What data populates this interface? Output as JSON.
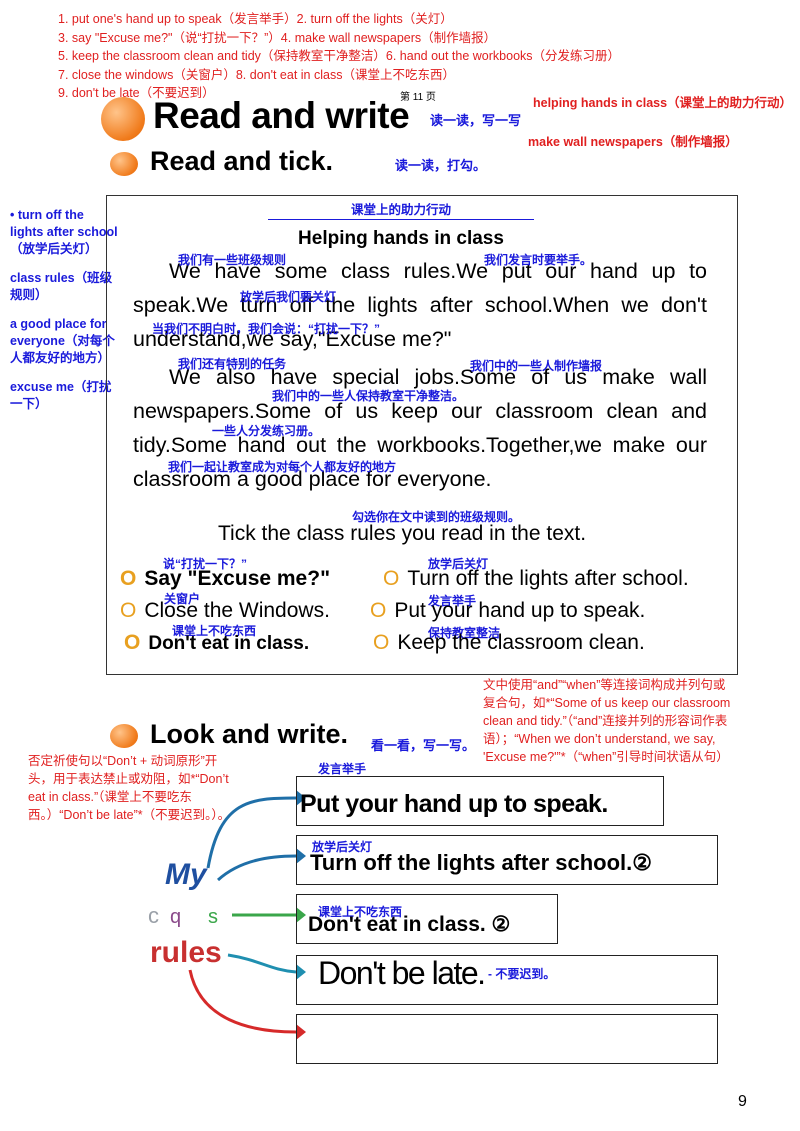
{
  "top_notes": [
    "1. put one's hand up to speak（发言举手）2. turn off the lights（关灯）",
    "3. say \"Excuse me?\"（说“打扰一下？”）4. make wall newspapers（制作墙报）",
    "5. keep the classroom clean and tidy（保持教室干净整洁）6. hand out the workbooks（分发练习册）",
    "7. close the windows（关窗户）8. don't eat in class（课堂上不吃东西）",
    "9. don't be late（不要迟到）"
  ],
  "page_label": "第 11 页",
  "read_write": {
    "title": "Read and write",
    "cn": "读一读，写一写"
  },
  "right_notes": [
    "helping hands in class（课堂上的助力行动）",
    "make wall newspapers（制作墙报）"
  ],
  "read_tick": {
    "title": "Read  and  tick.",
    "cn": "读一读，打勾。"
  },
  "side_notes": [
    "• turn off the lights after school（放学后关灯）",
    "class rules（班级规则）",
    "a good place for everyone（对每个人都友好的地方）",
    "excuse me（打扰一下）"
  ],
  "passage": {
    "title_cn": "课堂上的助力行动",
    "title": "Helping hands in class",
    "p1": "We have some class rules.We put our hand up to speak.We turn off the lights after school.When we don't understand,we say,\"Excuse me?\"",
    "p2": "We also have special jobs.Some of us make wall newspapers.Some of us keep our classroom clean and tidy.Some hand out the workbooks.Together,we make our classroom a good place for everyone.",
    "annotations": {
      "a1": "我们有一些班级规则",
      "a2": "我们发言时要举手。",
      "a3": "放学后我们要关灯",
      "a4": "当我们不明白时，我们会说：“打扰一下？”",
      "a5": "我们还有特别的任务",
      "a6": "我们中的一些人制作墙报",
      "a7": "我们中的一些人保持教室干净整洁。",
      "a8": "一些人分发练习册。",
      "a9": "我们一起让教室成为对每个人都友好的地方"
    }
  },
  "tick": {
    "cn": "勾选你在文中读到的班级规则。",
    "instruction": "Tick the class rules you read in the text.",
    "marker": "O",
    "items": [
      {
        "text": "Say \"Excuse me?\"",
        "cn": "说“打扰一下？”"
      },
      {
        "text": "Turn off the lights after school.",
        "cn": "放学后关灯"
      },
      {
        "text": "Close the Windows.",
        "cn": "关窗户"
      },
      {
        "text": "Put your hand up to speak.",
        "cn": "发言举手"
      },
      {
        "text": "Don't eat in class.",
        "cn": "课堂上不吃东西"
      },
      {
        "text": "Keep the classroom clean.",
        "cn": "保持教室整洁"
      }
    ]
  },
  "grammar_note_right": "文中使用“and”“when”等连接词构成并列句或复合句，如*“Some of us keep our classroom clean and tidy.”（“and”连接并列的形容词作表语）；“When we don’t understand, we say, 'Excuse me?'”*（“when”引导时间状语从句）",
  "look_write": {
    "title": "Look and write.",
    "cn": "看一看，写一写。"
  },
  "grammar_note_left": "否定祈使句以“Don’t + 动词原形”开头，用于表达禁止或劝阻，如*“Don’t eat in class.”（课堂上不要吃东西。）“Don’t be late”*（不要迟到。）。",
  "diagram": {
    "word1": "My",
    "word2a": "c",
    "word2b": "q",
    "word2c": "s",
    "word3": "rules",
    "rows": [
      {
        "cn": "发言举手",
        "text": "Put your hand up to speak."
      },
      {
        "cn": "放学后关灯",
        "text": "Turn off the lights after school.②"
      },
      {
        "cn": "课堂上不吃东西",
        "text": "Don't eat in class. ②"
      },
      {
        "cn": "- 不要迟到。",
        "text": "Don't be late."
      },
      {
        "cn": "",
        "text": ""
      }
    ]
  },
  "page_number": "9"
}
